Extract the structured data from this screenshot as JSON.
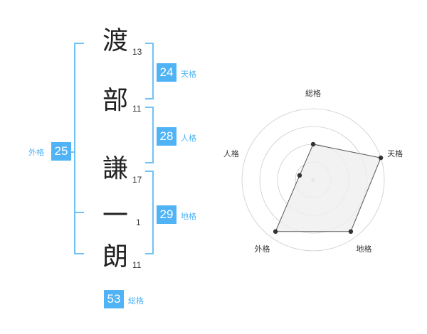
{
  "name": {
    "characters": [
      {
        "char": "渡",
        "strokes": "13"
      },
      {
        "char": "部",
        "strokes": "11"
      },
      {
        "char": "謙",
        "strokes": "17"
      },
      {
        "char": "一",
        "strokes": "1"
      },
      {
        "char": "朗",
        "strokes": "11"
      }
    ]
  },
  "scores": {
    "tenkaku": {
      "value": "24",
      "label": "天格"
    },
    "jinkaku": {
      "value": "28",
      "label": "人格"
    },
    "chikaku": {
      "value": "29",
      "label": "地格"
    },
    "gaikaku": {
      "value": "25",
      "label": "外格"
    },
    "soukaku": {
      "value": "53",
      "label": "総格"
    }
  },
  "chart_data": {
    "type": "radar",
    "axes": [
      "総格",
      "天格",
      "地格",
      "外格",
      "人格"
    ],
    "values": [
      0.5,
      1.0,
      0.9,
      0.9,
      0.2
    ],
    "rings": 4,
    "colors": {
      "fill": "#efefef",
      "stroke": "#555555",
      "grid": "#cccccc",
      "accent": "#4fb3f6"
    }
  }
}
